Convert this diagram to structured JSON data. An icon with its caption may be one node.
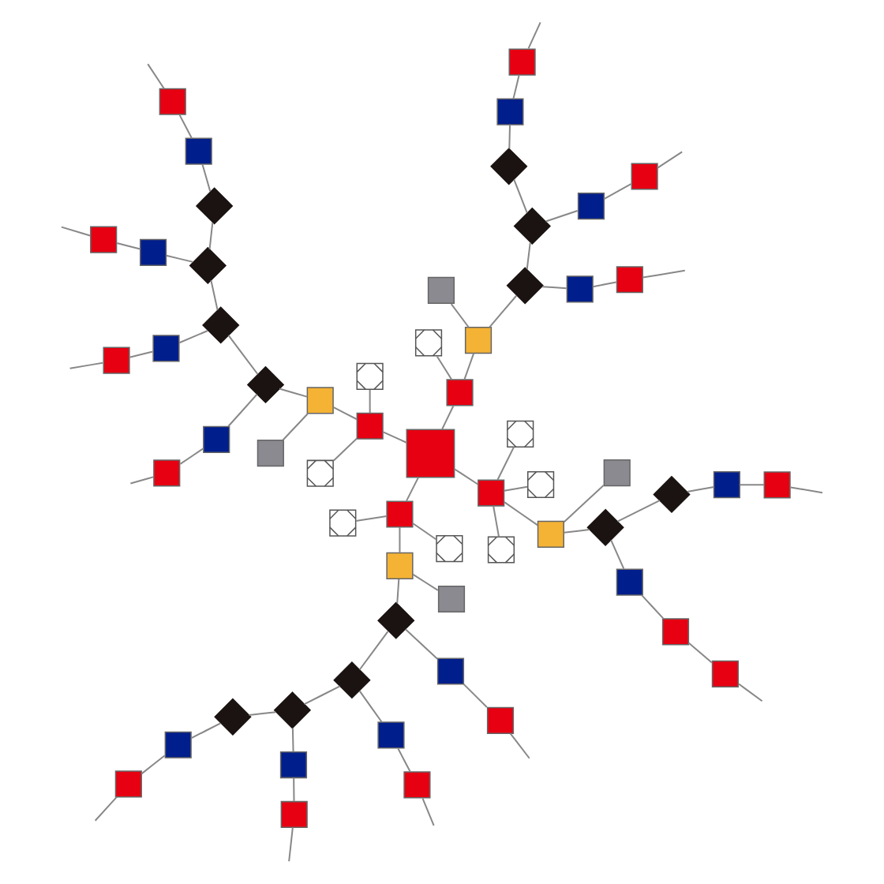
{
  "diagram": {
    "nodes": [
      {
        "text": [],
        "shape": "box"
      },
      {
        "text": [],
        "shape": "box"
      },
      {
        "text": [],
        "shape": "box"
      },
      {
        "text": [],
        "shape": "diamond"
      },
      {
        "text": [],
        "shape": "box"
      },
      {
        "text": [],
        "shape": "diamond"
      },
      {
        "text": [],
        "shape": "box"
      },
      {
        "text": [],
        "shape": "box"
      },
      {
        "text": [],
        "shape": "diamond"
      },
      {
        "text": [],
        "shape": "box"
      },
      {
        "text": [],
        "shape": "diamond"
      },
      {
        "text": [],
        "shape": "diamond"
      },
      {
        "text": [],
        "shape": "box"
      },
      {
        "text": [],
        "shape": "diamond"
      },
      {
        "text": [],
        "shape": "box"
      },
      {
        "text": [],
        "shape": "box"
      },
      {
        "text": [],
        "shape": "box"
      },
      {
        "text": [],
        "shape": "box"
      },
      {
        "text": [],
        "shape": "box"
      },
      {
        "text": [],
        "shape": "box"
      },
      {
        "text": [],
        "shape": "box"
      },
      {
        "text": [],
        "shape": "box"
      },
      {
        "text": [],
        "shape": "box"
      },
      {
        "text": [],
        "shape": "box"
      },
      {
        "text": [],
        "shape": "box"
      },
      {
        "text": [],
        "shape": "box"
      },
      {
        "text": [],
        "shape": "box"
      },
      {
        "text": [],
        "shape": "box"
      },
      {
        "text": [],
        "shape": "box"
      },
      {
        "text": [],
        "shape": "box"
      },
      {
        "text": [],
        "shape": "box"
      },
      {
        "text": [],
        "shape": "box"
      },
      {
        "text": [],
        "shape": "box"
      },
      {
        "text": [],
        "shape": "box"
      },
      {
        "text": [],
        "shape": "box"
      },
      {
        "text": [],
        "shape": "box"
      },
      {
        "text": [],
        "shape": "box"
      },
      {
        "text": [],
        "shape": "box"
      },
      {
        "text": [],
        "shape": "box"
      },
      {
        "text": [],
        "shape": "box"
      },
      {
        "text": [],
        "shape": "box"
      },
      {
        "text": [],
        "shape": "box"
      },
      {
        "text": [],
        "shape": "box"
      },
      {
        "text": [],
        "shape": "box"
      },
      {
        "text": [],
        "shape": "diamond"
      },
      {
        "text": [],
        "shape": "diamond"
      },
      {
        "text": [],
        "shape": "box"
      },
      {
        "text": [],
        "shape": "diamond"
      },
      {
        "text": [],
        "shape": "box"
      },
      {
        "text": [],
        "shape": "box"
      },
      {
        "text": [],
        "shape": "diamond"
      },
      {
        "text": [],
        "shape": "diamond"
      },
      {
        "text": [],
        "shape": "diamond"
      },
      {
        "text": [],
        "shape": "box"
      },
      {
        "text": [],
        "shape": "box"
      },
      {
        "text": [],
        "shape": "diamond"
      },
      {
        "text": [],
        "shape": "box"
      },
      {
        "text": [],
        "shape": "box"
      },
      {
        "text": [],
        "shape": "box"
      },
      {
        "text": [],
        "shape": "box"
      },
      {
        "text": [],
        "shape": "box"
      }
    ],
    "edges": [
      {
        "from": 28,
        "to": 19,
        "arrow": "none"
      },
      {
        "from": 28,
        "to": 20,
        "arrow": "none"
      },
      {
        "from": 28,
        "to": 34,
        "arrow": "none"
      },
      {
        "from": 28,
        "to": 35,
        "arrow": "none"
      },
      {
        "from": 19,
        "to": 18,
        "arrow": "none"
      },
      {
        "from": 19,
        "to": 23,
        "arrow": "none"
      },
      {
        "from": 19,
        "to": 25,
        "arrow": "none"
      },
      {
        "from": 19,
        "to": 29,
        "arrow": "none"
      },
      {
        "from": 18,
        "to": 14,
        "arrow": "none"
      },
      {
        "from": 18,
        "to": 13,
        "arrow": "none"
      },
      {
        "from": 13,
        "to": 8,
        "arrow": "none"
      },
      {
        "from": 8,
        "to": 7,
        "arrow": "none"
      },
      {
        "from": 7,
        "to": 16,
        "arrow": "none"
      },
      {
        "from": 16,
        "to": null,
        "arrow": "none"
      },
      {
        "from": 13,
        "to": 12,
        "arrow": "none"
      },
      {
        "from": 12,
        "to": 17,
        "arrow": "none"
      },
      {
        "from": 17,
        "to": 27,
        "arrow": "none"
      },
      {
        "from": 27,
        "to": null,
        "arrow": "none"
      },
      {
        "from": null,
        "to": 4,
        "arrow": "none"
      },
      {
        "from": 4,
        "to": 9,
        "arrow": "none"
      },
      {
        "from": 9,
        "to": 10,
        "arrow": "none"
      },
      {
        "from": null,
        "to": 0,
        "arrow": "none"
      },
      {
        "from": 0,
        "to": 2,
        "arrow": "none"
      },
      {
        "from": 2,
        "to": 3,
        "arrow": "none"
      },
      {
        "from": 3,
        "to": 5,
        "arrow": "none"
      },
      {
        "from": 5,
        "to": 10,
        "arrow": "none"
      },
      {
        "from": 10,
        "to": 11,
        "arrow": "none"
      },
      {
        "from": 11,
        "to": 21,
        "arrow": "none"
      },
      {
        "from": 21,
        "to": 15,
        "arrow": "none"
      },
      {
        "from": 20,
        "to": 21,
        "arrow": "none"
      },
      {
        "from": 20,
        "to": 24,
        "arrow": "none"
      },
      {
        "from": 20,
        "to": 26,
        "arrow": "none"
      },
      {
        "from": 5,
        "to": 6,
        "arrow": "none"
      },
      {
        "from": 6,
        "to": 1,
        "arrow": "none"
      },
      {
        "from": 1,
        "to": null,
        "arrow": "none"
      },
      {
        "from": 11,
        "to": 22,
        "arrow": "none"
      },
      {
        "from": 22,
        "to": 30,
        "arrow": "none"
      },
      {
        "from": 30,
        "to": null,
        "arrow": "none"
      },
      {
        "from": 34,
        "to": 33,
        "arrow": "none"
      },
      {
        "from": 34,
        "to": 31,
        "arrow": "none"
      },
      {
        "from": 33,
        "to": 41,
        "arrow": "none"
      },
      {
        "from": 33,
        "to": 44,
        "arrow": "none"
      },
      {
        "from": 44,
        "to": 47,
        "arrow": "none"
      },
      {
        "from": 47,
        "to": 51,
        "arrow": "none"
      },
      {
        "from": 44,
        "to": 43,
        "arrow": "none"
      },
      {
        "from": 43,
        "to": 37,
        "arrow": "none"
      },
      {
        "from": 37,
        "to": null,
        "arrow": "none"
      },
      {
        "from": 47,
        "to": 48,
        "arrow": "none"
      },
      {
        "from": 48,
        "to": 40,
        "arrow": "none"
      },
      {
        "from": 40,
        "to": null,
        "arrow": "none"
      },
      {
        "from": 51,
        "to": 57,
        "arrow": "none"
      },
      {
        "from": 57,
        "to": 59,
        "arrow": "none"
      },
      {
        "from": 59,
        "to": null,
        "arrow": "none"
      },
      {
        "from": null,
        "to": 53,
        "arrow": "none"
      },
      {
        "from": 53,
        "to": 49,
        "arrow": "none"
      },
      {
        "from": 49,
        "to": 50,
        "arrow": "none"
      },
      {
        "from": 54,
        "to": 56,
        "arrow": "none"
      },
      {
        "from": 56,
        "to": null,
        "arrow": "none"
      },
      {
        "from": 54,
        "to": 55,
        "arrow": "none"
      },
      {
        "from": 35,
        "to": 36,
        "arrow": "none"
      },
      {
        "from": 35,
        "to": 32,
        "arrow": "none"
      },
      {
        "from": 35,
        "to": 39,
        "arrow": "none"
      },
      {
        "from": 36,
        "to": 42,
        "arrow": "none"
      },
      {
        "from": 36,
        "to": 45,
        "arrow": "none"
      },
      {
        "from": 45,
        "to": 50,
        "arrow": "none"
      },
      {
        "from": 50,
        "to": 52,
        "arrow": "none"
      },
      {
        "from": 52,
        "to": 55,
        "arrow": "none"
      },
      {
        "from": 45,
        "to": 46,
        "arrow": "none"
      },
      {
        "from": 46,
        "to": 38,
        "arrow": "none"
      },
      {
        "from": 38,
        "to": null,
        "arrow": "none"
      },
      {
        "from": 52,
        "to": 58,
        "arrow": "none"
      },
      {
        "from": 58,
        "to": 60,
        "arrow": "none"
      },
      {
        "from": 60,
        "to": null,
        "arrow": "none"
      }
    ]
  }
}
